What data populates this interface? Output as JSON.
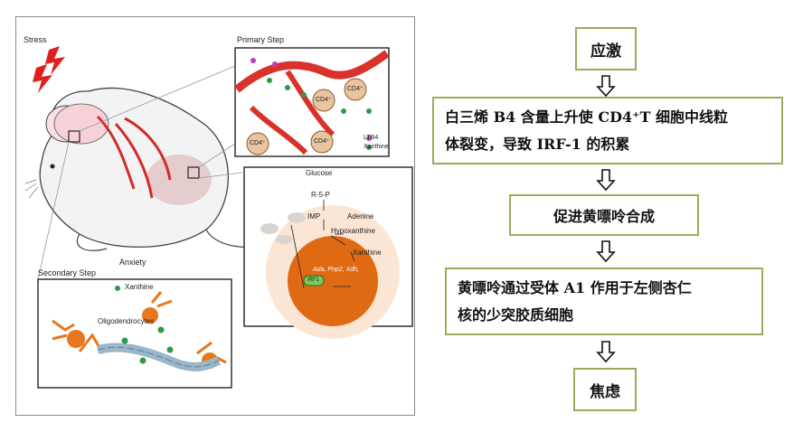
{
  "left_figure": {
    "stress_label": "Stress",
    "primary_step_label": "Primary Step",
    "secondary_step_label": "Secondary Step",
    "anxiety_label": "Anxiety",
    "cd4_labels": [
      "CD4⁺",
      "CD4⁺",
      "CD4⁺",
      "CD4⁺"
    ],
    "legend_ltb4": "LTB4",
    "legend_xanthine": "Xanthine",
    "pathway": {
      "glucose": "Glucose",
      "r5p": "R-5-P",
      "imp": "IMP",
      "adenine": "Adenine",
      "hypoxanthine": "Hypoxanthine",
      "xanthine": "Xanthine",
      "genes": "Ada, Pnp2, Xdh,",
      "irf1": "IRF1"
    },
    "secondary_xanthine_legend": "Xanthine",
    "oligodendrocytes": "Oligodendrocytes",
    "colors": {
      "vessel": "#d8322a",
      "cell_orange": "#e8761c",
      "ltb4": "#c03fb6",
      "xanthine": "#2e9a4a",
      "cd4_cell": "#e8c4a0"
    }
  },
  "flow": {
    "steps": [
      {
        "lines": [
          "应激"
        ]
      },
      {
        "lines": [
          "白三烯 B4 含量上升使 CD4⁺T 细胞中线粒",
          "体裂变，导致 IRF-1 的积累"
        ]
      },
      {
        "lines": [
          "促进黄嘌呤合成"
        ]
      },
      {
        "lines": [
          "黄嘌呤通过受体 A1 作用于左侧杏仁",
          "核的少突胶质细胞"
        ]
      },
      {
        "lines": [
          "焦虑"
        ]
      }
    ],
    "border_color": "#9aad5a"
  }
}
